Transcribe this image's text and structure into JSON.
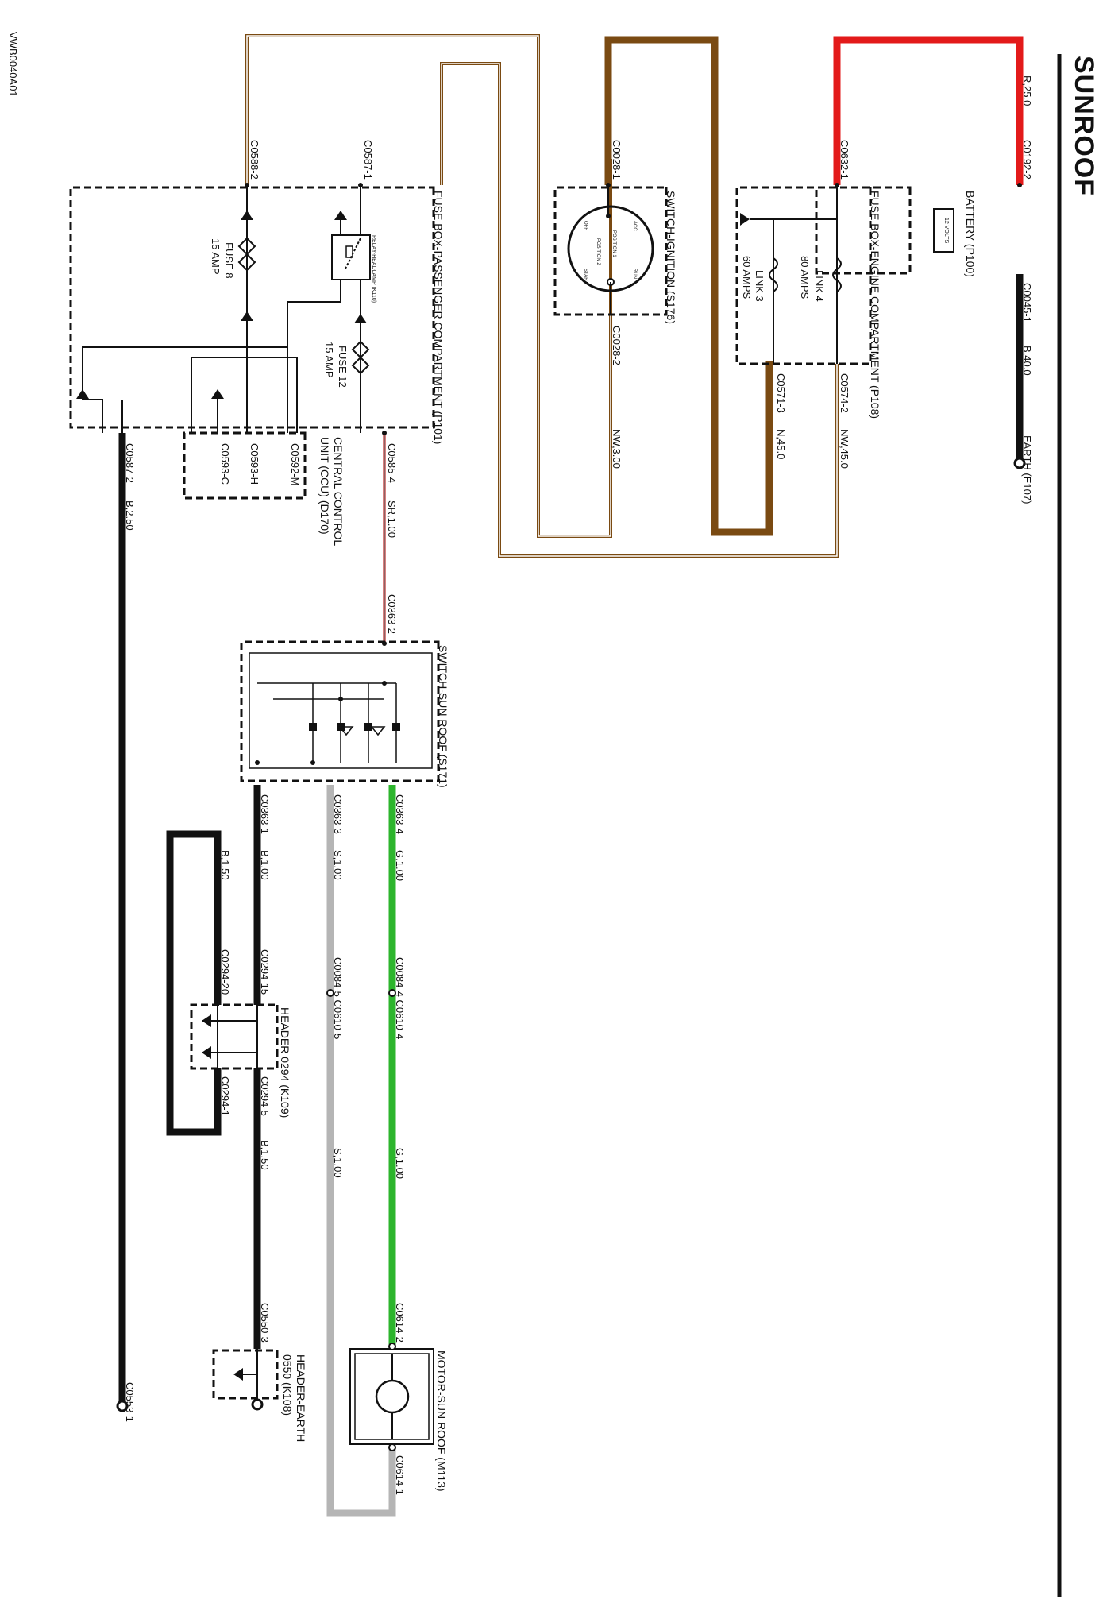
{
  "diagram": {
    "title": "SUNROOF",
    "ref_code": "VWB0040A01",
    "components": {
      "battery": "BATTERY (P100)",
      "battery_volts": "12 VOLTS",
      "fuse_box_engine": "FUSE BOX-ENGINE COMPARTMENT (P108)",
      "link4": "LINK 4",
      "link4_rating": "80 AMPS",
      "link3": "LINK 3",
      "link3_rating": "60 AMPS",
      "switch_ignition": "SWITCH-IGNITION (S176)",
      "ign_pos_off": "OFF",
      "ign_pos_acc": "ACC",
      "ign_pos_run": "RUN",
      "ign_pos_start": "START",
      "ign_pos_1": "POSITION 1",
      "ign_pos_2": "POSITION 2",
      "fuse_box_passenger": "FUSE BOX-PASSENGER COMPARTMENT (P101)",
      "fuse8": "FUSE 8",
      "fuse8_rating": "15 AMP",
      "fuse12": "FUSE 12",
      "fuse12_rating": "15 AMP",
      "relay": "RELAY-HEADLAMP (K110)",
      "ccu_line1": "CENTRAL CONTROL",
      "ccu_line2": "UNIT (CCU) (D170)",
      "switch_sunroof": "SWITCH-SUN ROOF (S171)",
      "header0294": "HEADER 0294 (K109)",
      "header_earth_line1": "HEADER-EARTH",
      "header_earth_line2": "0550 (K108)",
      "motor": "MOTOR-SUN ROOF (M113)",
      "earth": "EARTH (E107)"
    },
    "connectors": {
      "c0192_2": "C0192-2",
      "c0045_1": "C0045-1",
      "c0632_1": "C0632-1",
      "c0574_2": "C0574-2",
      "c0571_3": "C0571-3",
      "c0028_1": "C0028-1",
      "c0028_2": "C0028-2",
      "c0588_2": "C0588-2",
      "c0587_1": "C0587-1",
      "c0587_2": "C0587-2",
      "c0585_4": "C0585-4",
      "c0592_m": "C0592-M",
      "c0593_h": "C0593-H",
      "c0593_c": "C0593-C",
      "c0363_2": "C0363-2",
      "c0363_1": "C0363-1",
      "c0363_3": "C0363-3",
      "c0363_4": "C0363-4",
      "c0294_15": "C0294-15",
      "c0294_20": "C0294-20",
      "c0294_5": "C0294-5",
      "c0294_1": "C0294-1",
      "c0084_5": "C0084-5 C0610-5",
      "c0084_4": "C0084-4 C0610-4",
      "c0550_3": "C0550-3",
      "c0614_2": "C0614-2",
      "c0614_1": "C0614-1",
      "c0553_1": "C0553-1"
    },
    "wires": {
      "w_r250": "R,25.0",
      "w_b400": "B,40.0",
      "w_nw450": "NW,45.0",
      "w_n450": "N,45.0",
      "w_nw300": "NW,3.00",
      "w_b250": "B,2.50",
      "w_sr100": "SR,1.00",
      "w_b100": "B,1.00",
      "w_b150a": "B,1.50",
      "w_b150b": "B,1.50",
      "w_s100a": "S,1.00",
      "w_s100b": "S,1.00",
      "w_g100a": "G,1.00",
      "w_g100b": "G,1.00"
    },
    "colors": {
      "red": "#e31a1a",
      "brown": "#7a4a12",
      "green": "#2db52d",
      "grey": "#b5b5b5",
      "black": "#111111",
      "sr_red": "#d88080"
    }
  }
}
